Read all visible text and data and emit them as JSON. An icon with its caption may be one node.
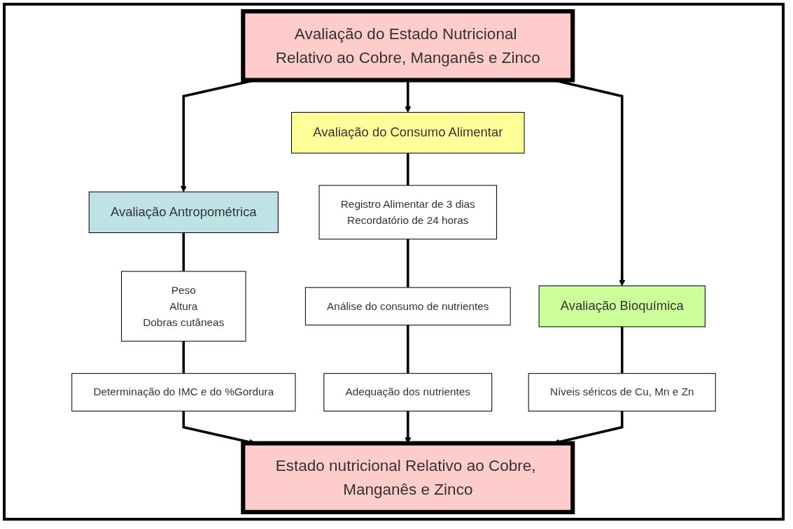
{
  "diagram": {
    "nodes": [
      {
        "text": [
          "Avaliação do Estado Nutricional Relativo ao Cobre, Manganês e Zinco"
        ]
      },
      {
        "text": [
          "Avaliação Antropométrica"
        ]
      },
      {
        "text": [
          "Avaliação do Consumo Alimentar"
        ]
      },
      {
        "text": [
          "Avaliação Bioquímica"
        ]
      },
      {
        "text": [
          "Peso",
          "Altura",
          "Dobras cutâneas"
        ]
      },
      {
        "text": [
          "Determinação do IMC e do %Gordura"
        ]
      },
      {
        "text": [
          "Registro Alimentar de 3 dias",
          "Recordatório de 24 horas"
        ]
      },
      {
        "text": [
          "Análise do consumo de nutrientes"
        ]
      },
      {
        "text": [
          "Adequação dos nutrientes"
        ]
      },
      {
        "text": [
          "Níveis séricos de Cu, Mn e Zn"
        ]
      },
      {
        "text": [
          "Estado nutricional Relativo ao Cobre, Manganês e Zinco"
        ]
      }
    ],
    "edges": [
      {
        "from": 0,
        "to": 1,
        "arrow": "to"
      },
      {
        "from": 0,
        "to": 2,
        "arrow": "to"
      },
      {
        "from": 0,
        "to": 3,
        "arrow": "to"
      },
      {
        "from": 1,
        "to": 4,
        "arrow": "none"
      },
      {
        "from": 4,
        "to": 5,
        "arrow": "none"
      },
      {
        "from": 5,
        "to": 10,
        "arrow": "to"
      },
      {
        "from": 2,
        "to": 6,
        "arrow": "none"
      },
      {
        "from": 6,
        "to": 7,
        "arrow": "none"
      },
      {
        "from": 7,
        "to": 8,
        "arrow": "none"
      },
      {
        "from": 8,
        "to": 10,
        "arrow": "to"
      },
      {
        "from": 3,
        "to": 9,
        "arrow": "none"
      },
      {
        "from": 9,
        "to": 10,
        "arrow": "to"
      }
    ]
  }
}
